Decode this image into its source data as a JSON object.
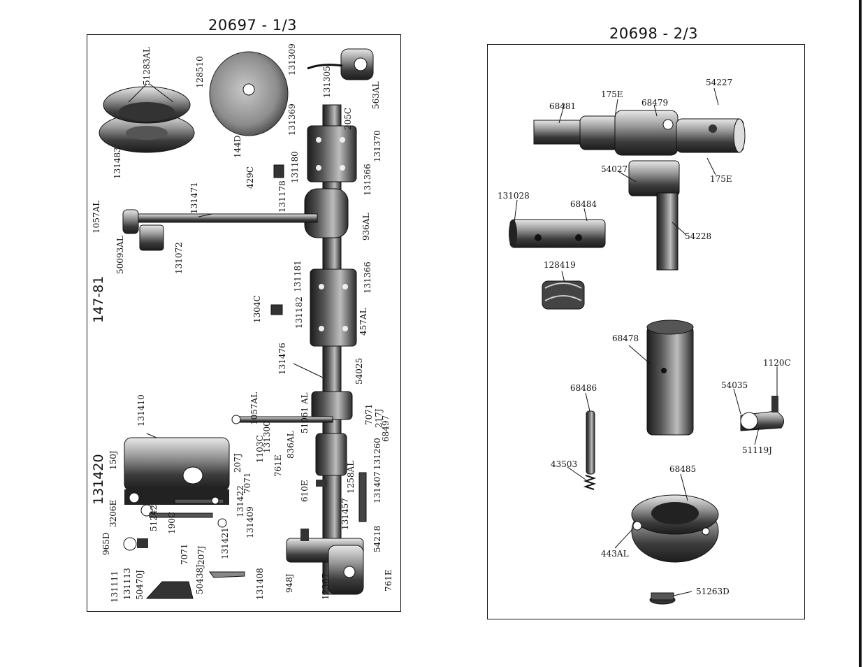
{
  "page": {
    "left_title": "20697 - 1/3",
    "right_title": "20698 - 2/3"
  },
  "left_plate": {
    "sheet_code": "147-81",
    "assembly_number": "131420",
    "parts": [
      "51283AL",
      "128510",
      "131309",
      "131305",
      "563AL",
      "131483",
      "144D",
      "131369",
      "205C",
      "131370",
      "131366",
      "131180",
      "131178",
      "429C",
      "131471",
      "1057AL",
      "50093AL",
      "131072",
      "936AL",
      "131181",
      "131366",
      "131182",
      "457AL",
      "1304C",
      "131476",
      "54025",
      "51061 AL",
      "7071",
      "217J",
      "68497",
      "131410",
      "1057AL",
      "131300",
      "1103C",
      "207J",
      "7071",
      "836AL",
      "131260",
      "761E",
      "1258AL",
      "131407",
      "610E",
      "131457",
      "54218",
      "150J",
      "3206E",
      "131422",
      "131409",
      "190C",
      "51242",
      "965D",
      "131111",
      "131113",
      "50470J",
      "7071",
      "207J",
      "131421",
      "50438J",
      "131408",
      "948J",
      "12367",
      "761E"
    ]
  },
  "right_plate": {
    "parts": [
      "54227",
      "175E",
      "68479",
      "68481",
      "54027",
      "175E",
      "131028",
      "68484",
      "54228",
      "128419",
      "68478",
      "1120C",
      "54035",
      "68486",
      "51119J",
      "43503",
      "68485",
      "443AL",
      "51263D"
    ]
  }
}
